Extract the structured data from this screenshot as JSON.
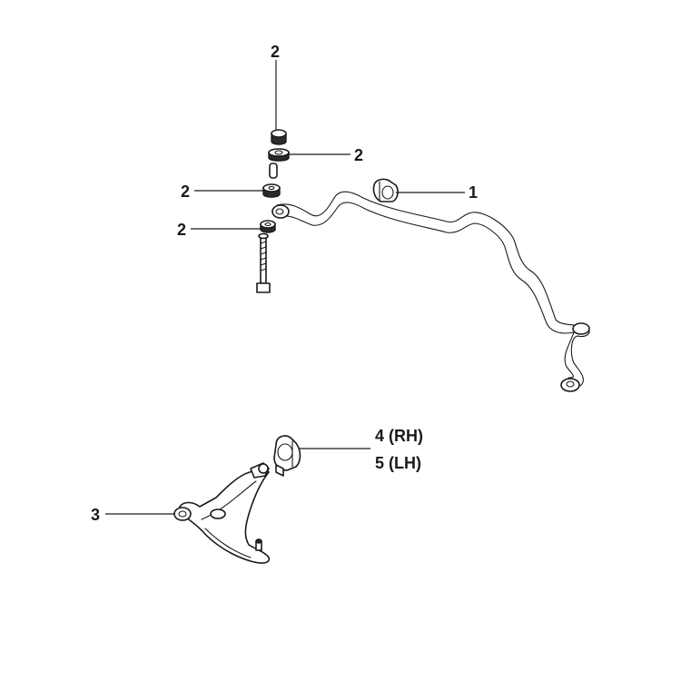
{
  "callouts": {
    "c1": "1",
    "c2a": "2",
    "c2b": "2",
    "c2c": "2",
    "c2d": "2",
    "c3": "3",
    "c45_rh": "4 (RH)",
    "c45_lh": "5 (LH)"
  }
}
